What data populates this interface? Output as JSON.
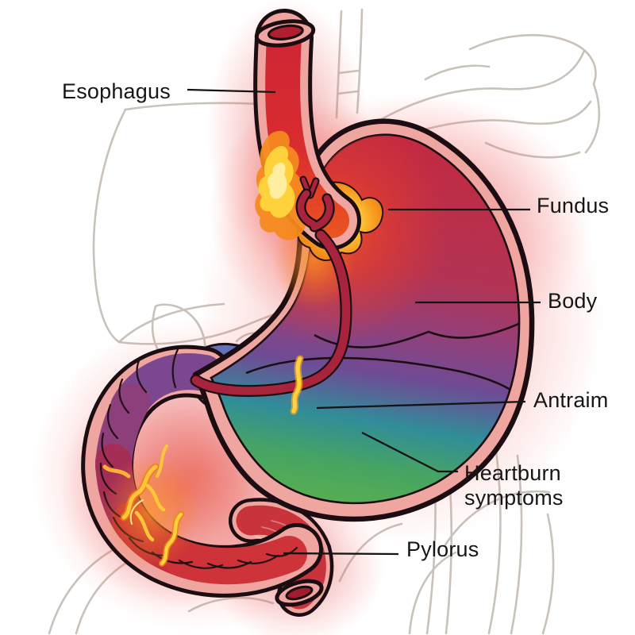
{
  "diagram": {
    "title": "Stomach heartburn anatomy illustration",
    "labels": {
      "esophagus": "Esophagus",
      "fundus": "Fundus",
      "body": "Body",
      "antrum": "Antraim",
      "heartburn_line1": "Heartburn",
      "heartburn_line2": "symptoms",
      "pylorus": "Pylorus"
    },
    "colors": {
      "background": "#ffffff",
      "outline_black": "#1c0d12",
      "sketch_gray": "#c9c2ba",
      "glow_red": "#e04848",
      "wall_pink": "#efa6a1",
      "esophagus_red": "#d32738",
      "lumen_dark_red": "#a01d2d",
      "fundus_red": "#c5283e",
      "body_purple": "#6f4b95",
      "antrum_teal": "#318d99",
      "antrum_green": "#5bb14d",
      "duodenum_purple": "#7b4890",
      "duodenum_magenta": "#a52e57",
      "duodenum_red": "#c92f36",
      "bulb_blue": "#4f74c0",
      "flame_yellow": "#ffd23c",
      "flame_orange": "#f4821e",
      "label_text": "#161616"
    }
  }
}
